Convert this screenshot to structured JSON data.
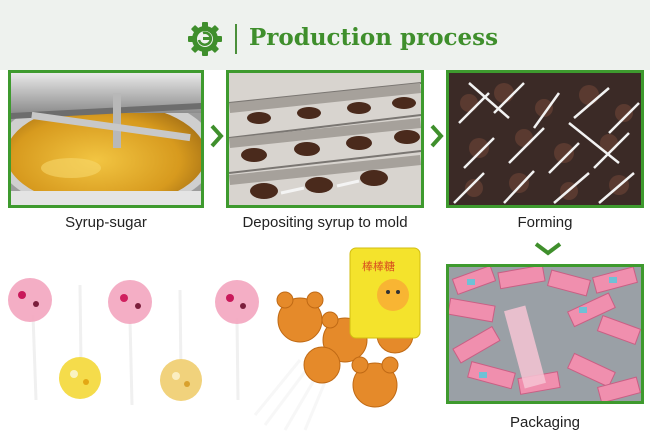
{
  "header": {
    "title": "Production process",
    "logo_icon": "gear-logo-icon",
    "accent_color": "#3f8f2c"
  },
  "steps": [
    {
      "label": "Syrup-sugar",
      "photo": "syrup-kettle-photo"
    },
    {
      "label": "Depositing syrup to mold",
      "photo": "depositing-machine-photo"
    },
    {
      "label": "Forming",
      "photo": "formed-lollipops-photo"
    },
    {
      "label": "Packaging",
      "photo": "packaged-lollipops-photo"
    }
  ],
  "products": {
    "photo": "finished-lollipops-photo",
    "package_text": "棒棒糖"
  }
}
